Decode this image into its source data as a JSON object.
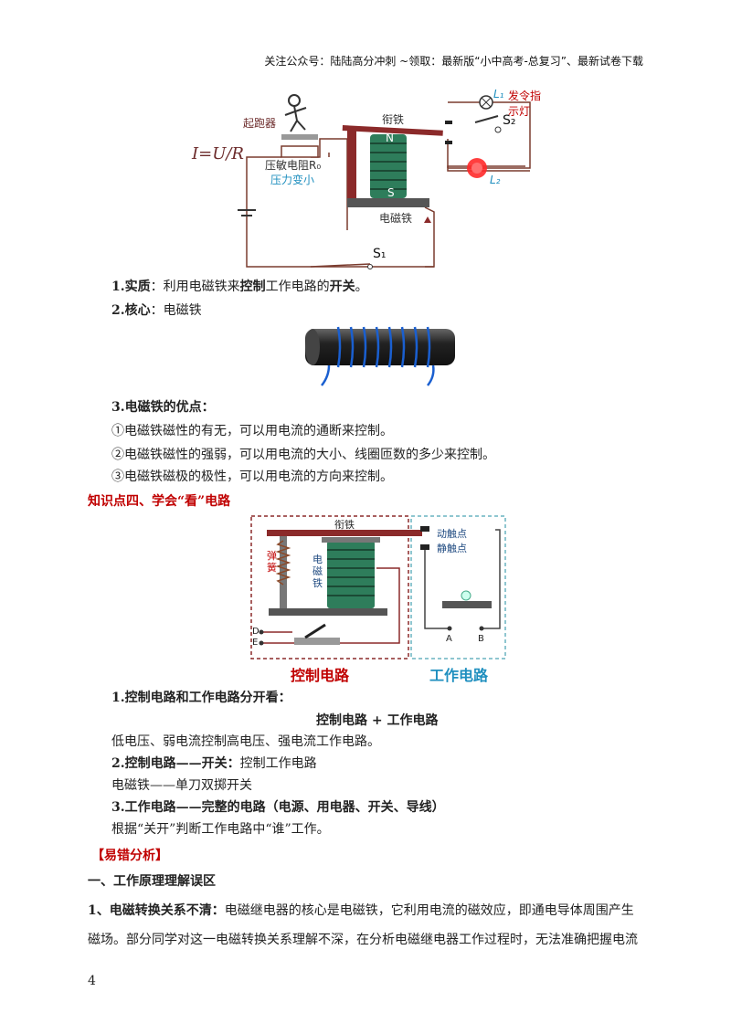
{
  "header": "关注公众号：陆陆高分冲刺  ~领取：最新版“小中高考-总复习”、最新试卷下载",
  "fig1": {
    "formula": "I=U/R",
    "runner": "起跑器",
    "sensor": "压敏电阻R₀",
    "pressure": "压力变小",
    "armature": "衔铁",
    "electromagnet": "电磁铁",
    "lamp1": "L₁",
    "lamp1_label": "发令指示灯",
    "lamp2": "L₂",
    "s2": "S₂",
    "s1": "S₁",
    "pole_n": "N",
    "pole_s": "S"
  },
  "item1": {
    "num": "1.",
    "term": "实质",
    "pre": "：利用电磁铁来",
    "bold1": "控制",
    "mid": "工作电路的",
    "bold2": "开关",
    "end": "。"
  },
  "item2": {
    "num": "2.",
    "term": "核心",
    "text": "：电磁铁"
  },
  "item3": {
    "heading": "3.电磁铁的优点：",
    "lines": [
      "①电磁铁磁性的有无，可以用电流的通断来控制。",
      "②电磁铁磁性的强弱，可以用电流的大小、线圈匝数的多少来控制。",
      "③电磁铁磁极的极性，可以用电流的方向来控制。"
    ]
  },
  "section4": "知识点四、学会“看”电路",
  "fig2": {
    "armature": "衔铁",
    "moving": "动触点",
    "static": "静触点",
    "spring": "弹簧",
    "magnet": "电磁铁",
    "d": "D",
    "e": "E",
    "a": "A",
    "b": "B",
    "control": "控制电路",
    "work": "工作电路"
  },
  "sub1": {
    "heading": "1.控制电路和工作电路分开看：",
    "center": "控制电路 + 工作电路",
    "line": "低电压、弱电流控制高电压、强电流工作电路。"
  },
  "sub2": {
    "heading": "2.控制电路——开关：",
    "after": "控制工作电路",
    "line": "电磁铁——单刀双掷开关"
  },
  "sub3": {
    "heading": "3.工作电路——完整的电路（电源、用电器、开关、导线）",
    "line": "根据“关开”判断工作电路中“谁”工作。"
  },
  "errors": "【易错分析】",
  "part1": "一、工作原理理解误区",
  "para": {
    "lead": "1、电磁转换关系不清：",
    "text1": "电磁继电器的核心是电磁铁，它利用电流的磁效应，即通电导体周围产生",
    "text2": "磁场。部分同学对这一电磁转换关系理解不深，在分析电磁继电器工作过程时，无法准确把握电流"
  },
  "page_number": "4",
  "colors": {
    "accent_red": "#c00000",
    "wire": "#7a3b2e",
    "coil": "#2e7d5b",
    "blue_label": "#1f8fbf"
  }
}
